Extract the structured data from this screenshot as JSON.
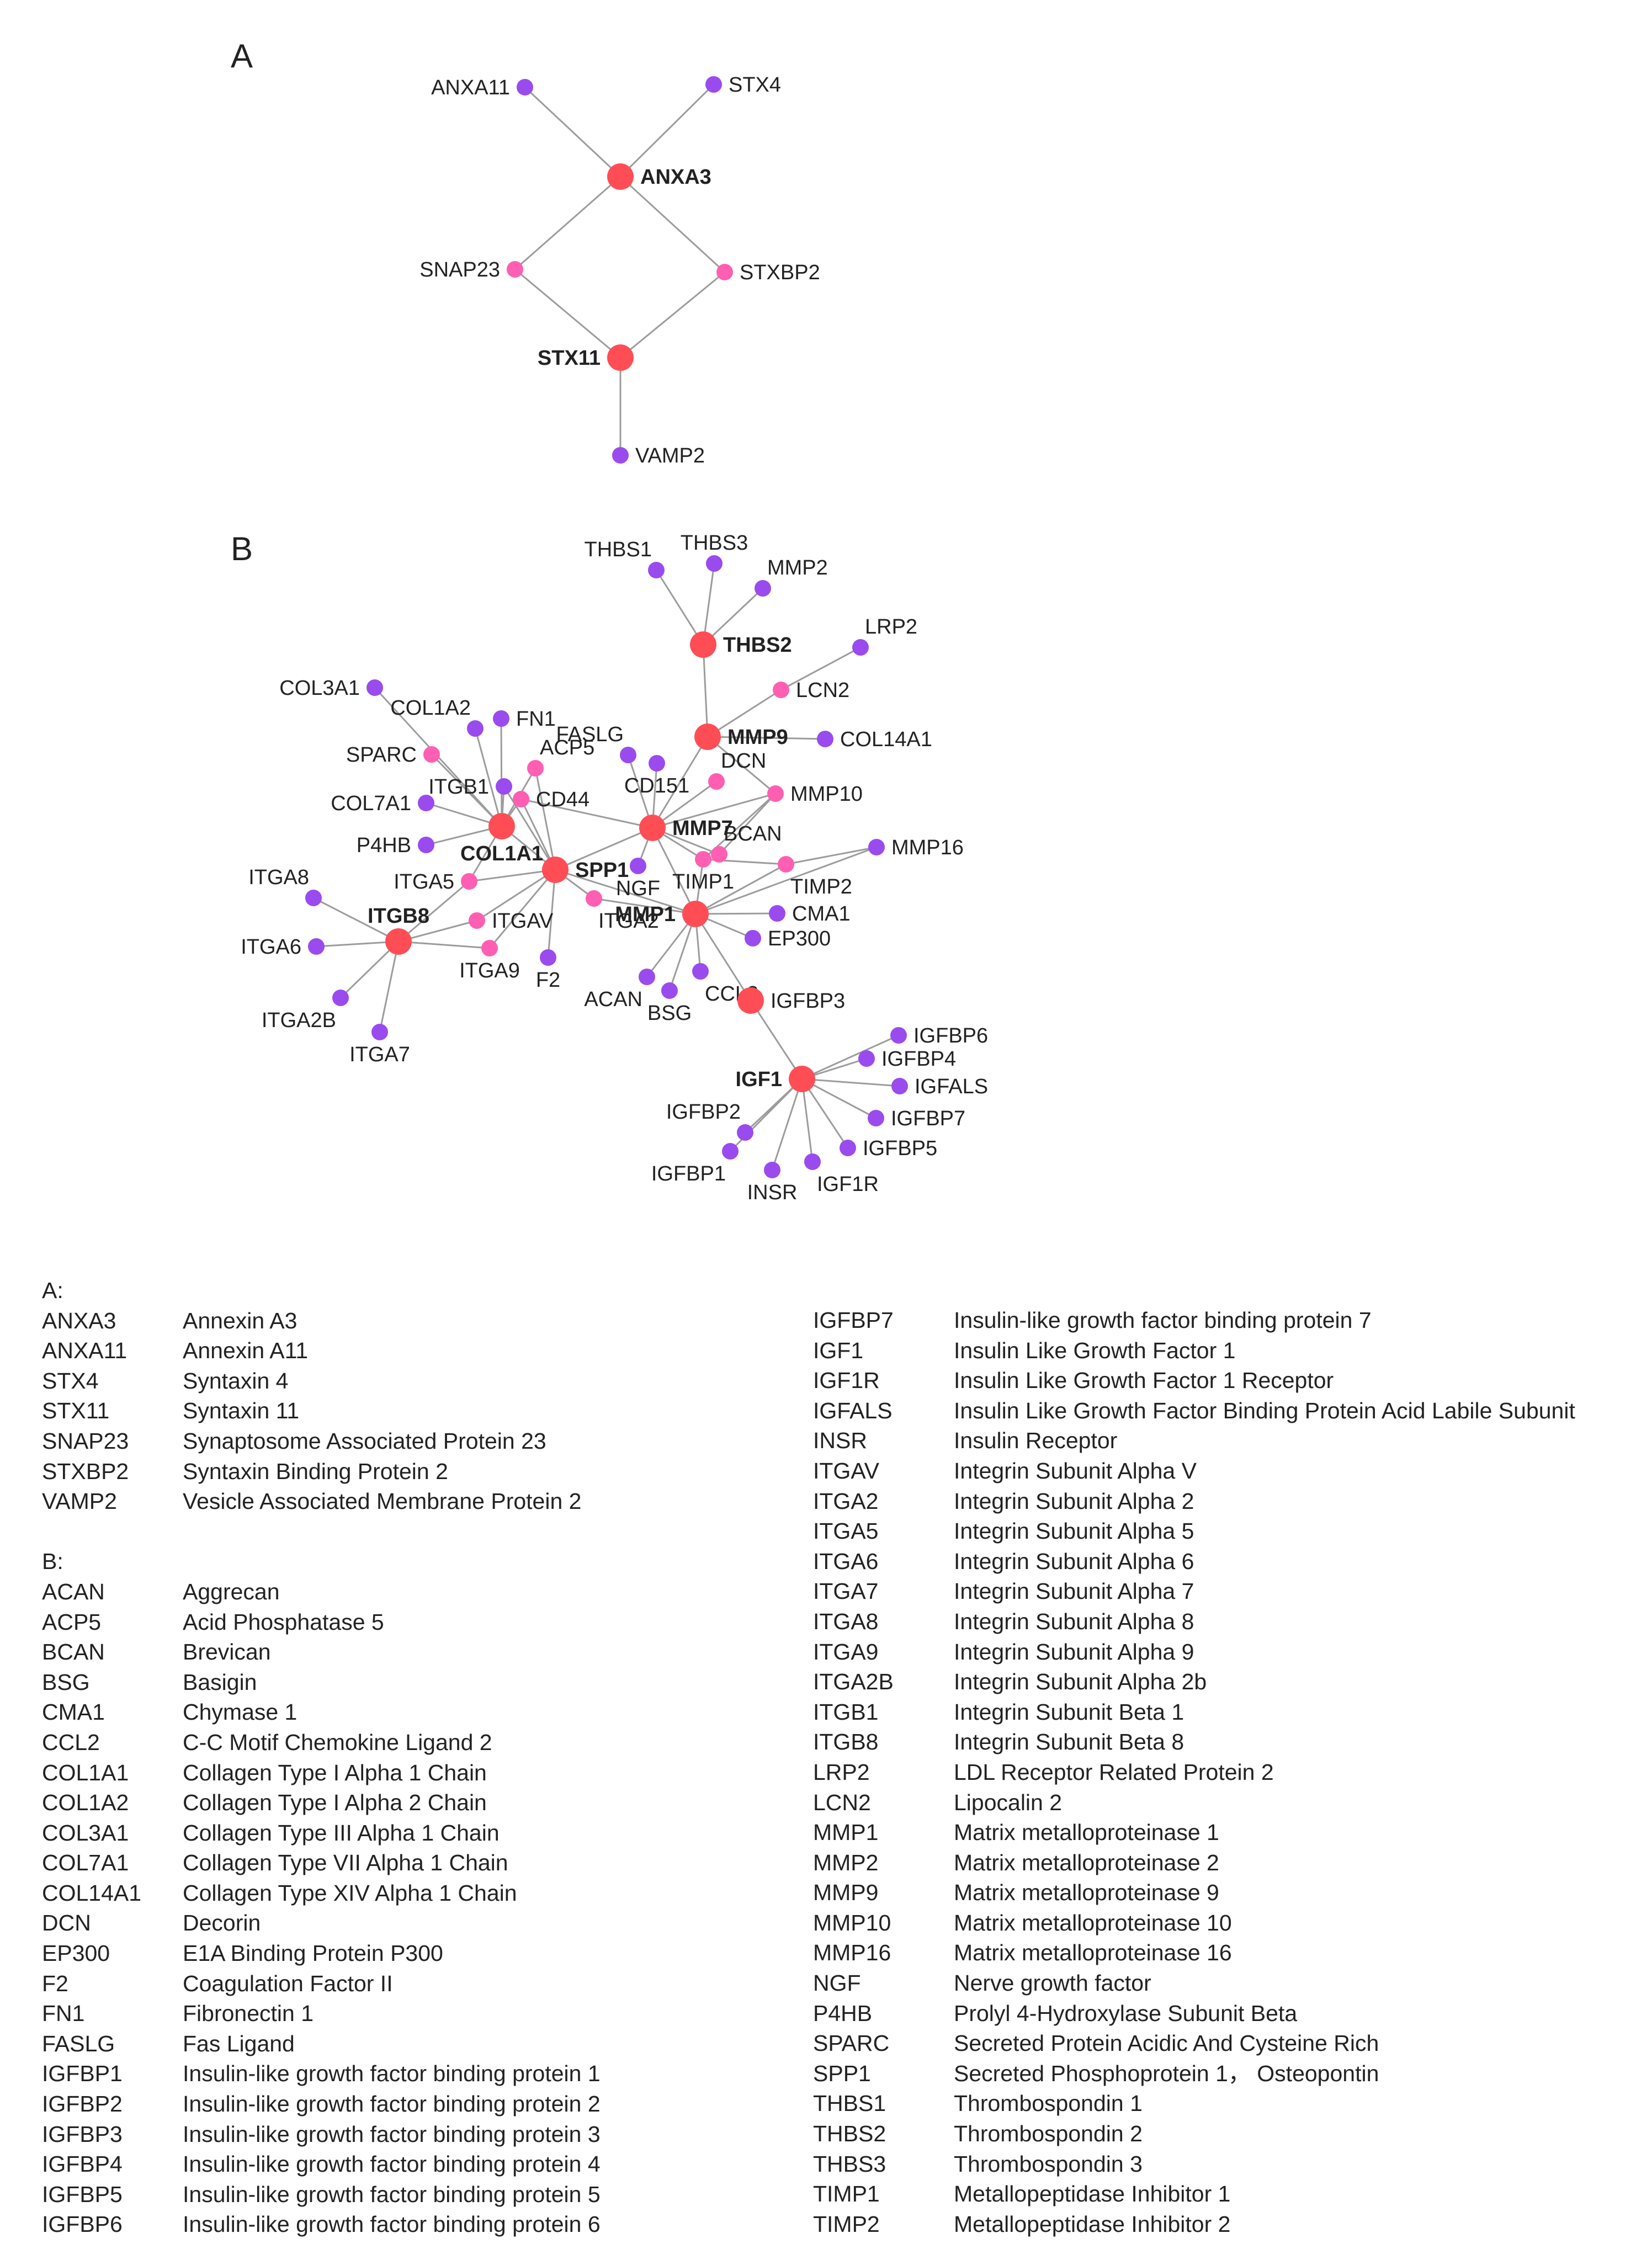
{
  "panels": {
    "a": "A",
    "b": "B"
  },
  "colors": {
    "hub": "#ff4d55",
    "intermediate": "#ff5fb2",
    "leaf": "#9a4bee",
    "edge": "#9c9c9c"
  },
  "network": {
    "nodes": [
      {
        "id": "ANXA11",
        "label": "ANXA11",
        "type": "leaf"
      },
      {
        "id": "STX4",
        "label": "STX4",
        "type": "leaf"
      },
      {
        "id": "ANXA3",
        "label": "ANXA3",
        "type": "hub"
      },
      {
        "id": "SNAP23",
        "label": "SNAP23",
        "type": "intermediate"
      },
      {
        "id": "STXBP2",
        "label": "STXBP2",
        "type": "intermediate"
      },
      {
        "id": "STX11",
        "label": "STX11",
        "type": "hub"
      },
      {
        "id": "VAMP2",
        "label": "VAMP2",
        "type": "leaf"
      },
      {
        "id": "THBS1",
        "label": "THBS1",
        "type": "leaf"
      },
      {
        "id": "THBS3",
        "label": "THBS3",
        "type": "leaf"
      },
      {
        "id": "MMP2",
        "label": "MMP2",
        "type": "leaf"
      },
      {
        "id": "THBS2",
        "label": "THBS2",
        "type": "hub"
      },
      {
        "id": "LRP2",
        "label": "LRP2",
        "type": "leaf"
      },
      {
        "id": "LCN2",
        "label": "LCN2",
        "type": "intermediate"
      },
      {
        "id": "COL3A1",
        "label": "COL3A1",
        "type": "leaf"
      },
      {
        "id": "COL1A2",
        "label": "COL1A2",
        "type": "leaf"
      },
      {
        "id": "FN1",
        "label": "FN1",
        "type": "leaf"
      },
      {
        "id": "SPARC",
        "label": "SPARC",
        "type": "intermediate"
      },
      {
        "id": "ACP5",
        "label": "ACP5",
        "type": "intermediate"
      },
      {
        "id": "FASLG",
        "label": "FASLG",
        "type": "leaf"
      },
      {
        "id": "CD151",
        "label": "CD151",
        "type": "leaf"
      },
      {
        "id": "MMP9",
        "label": "MMP9",
        "type": "hub"
      },
      {
        "id": "COL14A1",
        "label": "COL14A1",
        "type": "leaf"
      },
      {
        "id": "DCN",
        "label": "DCN",
        "type": "intermediate"
      },
      {
        "id": "MMP10",
        "label": "MMP10",
        "type": "intermediate"
      },
      {
        "id": "ITGB1",
        "label": "ITGB1",
        "type": "leaf"
      },
      {
        "id": "CD44",
        "label": "CD44",
        "type": "intermediate"
      },
      {
        "id": "COL7A1",
        "label": "COL7A1",
        "type": "leaf"
      },
      {
        "id": "MMP7",
        "label": "MMP7",
        "type": "hub"
      },
      {
        "id": "COL1A1",
        "label": "COL1A1",
        "type": "hub"
      },
      {
        "id": "BCAN",
        "label": "BCAN",
        "type": "intermediate"
      },
      {
        "id": "MMP16",
        "label": "MMP16",
        "type": "leaf"
      },
      {
        "id": "P4HB",
        "label": "P4HB",
        "type": "leaf"
      },
      {
        "id": "SPP1",
        "label": "SPP1",
        "type": "hub"
      },
      {
        "id": "TIMP1",
        "label": "TIMP1",
        "type": "intermediate"
      },
      {
        "id": "TIMP2",
        "label": "TIMP2",
        "type": "intermediate"
      },
      {
        "id": "ITGA8",
        "label": "ITGA8",
        "type": "leaf"
      },
      {
        "id": "ITGA5",
        "label": "ITGA5",
        "type": "intermediate"
      },
      {
        "id": "NGF",
        "label": "NGF",
        "type": "leaf"
      },
      {
        "id": "MMP1",
        "label": "MMP1",
        "type": "hub"
      },
      {
        "id": "CMA1",
        "label": "CMA1",
        "type": "leaf"
      },
      {
        "id": "ITGB8",
        "label": "ITGB8",
        "type": "hub"
      },
      {
        "id": "ITGAV",
        "label": "ITGAV",
        "type": "intermediate"
      },
      {
        "id": "ITGA6",
        "label": "ITGA6",
        "type": "leaf"
      },
      {
        "id": "ITGA2",
        "label": "ITGA2",
        "type": "intermediate"
      },
      {
        "id": "EP300",
        "label": "EP300",
        "type": "leaf"
      },
      {
        "id": "ITGA9",
        "label": "ITGA9",
        "type": "intermediate"
      },
      {
        "id": "F2",
        "label": "F2",
        "type": "leaf"
      },
      {
        "id": "CCL2",
        "label": "CCL2",
        "type": "leaf"
      },
      {
        "id": "ACAN",
        "label": "ACAN",
        "type": "leaf"
      },
      {
        "id": "IGFBP3",
        "label": "IGFBP3",
        "type": "hub"
      },
      {
        "id": "ITGA2B",
        "label": "ITGA2B",
        "type": "leaf"
      },
      {
        "id": "BSG",
        "label": "BSG",
        "type": "leaf"
      },
      {
        "id": "ITGA7",
        "label": "ITGA7",
        "type": "leaf"
      },
      {
        "id": "IGFBP6",
        "label": "IGFBP6",
        "type": "leaf"
      },
      {
        "id": "IGFBP4",
        "label": "IGFBP4",
        "type": "leaf"
      },
      {
        "id": "IGF1",
        "label": "IGF1",
        "type": "hub"
      },
      {
        "id": "IGFALS",
        "label": "IGFALS",
        "type": "leaf"
      },
      {
        "id": "IGFBP2",
        "label": "IGFBP2",
        "type": "leaf"
      },
      {
        "id": "IGFBP7",
        "label": "IGFBP7",
        "type": "leaf"
      },
      {
        "id": "IGFBP5",
        "label": "IGFBP5",
        "type": "leaf"
      },
      {
        "id": "IGFBP1",
        "label": "IGFBP1",
        "type": "leaf"
      },
      {
        "id": "IGF1R",
        "label": "IGF1R",
        "type": "leaf"
      },
      {
        "id": "INSR",
        "label": "INSR",
        "type": "leaf"
      }
    ],
    "edges": [
      [
        "ANXA3",
        "ANXA11"
      ],
      [
        "ANXA3",
        "STX4"
      ],
      [
        "ANXA3",
        "SNAP23"
      ],
      [
        "ANXA3",
        "STXBP2"
      ],
      [
        "SNAP23",
        "STX11"
      ],
      [
        "STXBP2",
        "STX11"
      ],
      [
        "STX11",
        "VAMP2"
      ],
      [
        "THBS2",
        "THBS1"
      ],
      [
        "THBS2",
        "THBS3"
      ],
      [
        "THBS2",
        "MMP2"
      ],
      [
        "THBS2",
        "MMP9"
      ],
      [
        "MMP9",
        "LCN2"
      ],
      [
        "LCN2",
        "LRP2"
      ],
      [
        "MMP9",
        "COL14A1"
      ],
      [
        "MMP9",
        "MMP7"
      ],
      [
        "MMP9",
        "MMP10"
      ],
      [
        "COL1A1",
        "COL3A1"
      ],
      [
        "COL1A1",
        "COL1A2"
      ],
      [
        "COL1A1",
        "FN1"
      ],
      [
        "COL1A1",
        "SPARC"
      ],
      [
        "COL1A1",
        "ACP5"
      ],
      [
        "COL1A1",
        "ITGB1"
      ],
      [
        "COL1A1",
        "COL7A1"
      ],
      [
        "COL1A1",
        "P4HB"
      ],
      [
        "COL1A1",
        "ITGA5"
      ],
      [
        "COL1A1",
        "CD44"
      ],
      [
        "COL1A1",
        "SPP1"
      ],
      [
        "SPP1",
        "CD44"
      ],
      [
        "SPP1",
        "ITGB1"
      ],
      [
        "SPP1",
        "ACP5"
      ],
      [
        "SPP1",
        "MMP7"
      ],
      [
        "SPP1",
        "ITGAV"
      ],
      [
        "SPP1",
        "ITGA9"
      ],
      [
        "SPP1",
        "F2"
      ],
      [
        "SPP1",
        "ITGA2"
      ],
      [
        "SPP1",
        "ITGA5"
      ],
      [
        "SPP1",
        "MMP1"
      ],
      [
        "CD44",
        "MMP7"
      ],
      [
        "MMP7",
        "FASLG"
      ],
      [
        "MMP7",
        "CD151"
      ],
      [
        "MMP7",
        "DCN"
      ],
      [
        "MMP7",
        "MMP10"
      ],
      [
        "MMP7",
        "BCAN"
      ],
      [
        "MMP7",
        "TIMP1"
      ],
      [
        "MMP7",
        "NGF"
      ],
      [
        "MMP7",
        "MMP1"
      ],
      [
        "MMP10",
        "TIMP1"
      ],
      [
        "MMP10",
        "BCAN"
      ],
      [
        "MMP1",
        "TIMP1"
      ],
      [
        "MMP1",
        "TIMP2"
      ],
      [
        "MMP1",
        "MMP16"
      ],
      [
        "MMP1",
        "CMA1"
      ],
      [
        "MMP1",
        "EP300"
      ],
      [
        "MMP1",
        "CCL2"
      ],
      [
        "MMP1",
        "BSG"
      ],
      [
        "MMP1",
        "ACAN"
      ],
      [
        "MMP1",
        "IGFBP3"
      ],
      [
        "MMP1",
        "ITGA2"
      ],
      [
        "TIMP2",
        "MMP16"
      ],
      [
        "TIMP1",
        "TIMP2"
      ],
      [
        "ITGB8",
        "ITGA8"
      ],
      [
        "ITGB8",
        "ITGA6"
      ],
      [
        "ITGB8",
        "ITGA2B"
      ],
      [
        "ITGB8",
        "ITGA7"
      ],
      [
        "ITGB8",
        "ITGA5"
      ],
      [
        "ITGB8",
        "ITGAV"
      ],
      [
        "ITGB8",
        "ITGA9"
      ],
      [
        "IGFBP3",
        "IGF1"
      ],
      [
        "IGF1",
        "IGFBP6"
      ],
      [
        "IGF1",
        "IGFBP4"
      ],
      [
        "IGF1",
        "IGFALS"
      ],
      [
        "IGF1",
        "IGFBP7"
      ],
      [
        "IGF1",
        "IGFBP5"
      ],
      [
        "IGF1",
        "IGF1R"
      ],
      [
        "IGF1",
        "INSR"
      ],
      [
        "IGF1",
        "IGFBP1"
      ],
      [
        "IGF1",
        "IGFBP2"
      ]
    ]
  },
  "legend": {
    "a_header": "A:",
    "b_header": "B:",
    "a": [
      {
        "symbol": "ANXA3",
        "name": "Annexin A3"
      },
      {
        "symbol": "ANXA11",
        "name": "Annexin A11"
      },
      {
        "symbol": "STX4",
        "name": "Syntaxin 4"
      },
      {
        "symbol": "STX11",
        "name": "Syntaxin 11"
      },
      {
        "symbol": "SNAP23",
        "name": "Synaptosome Associated Protein 23"
      },
      {
        "symbol": "STXBP2",
        "name": "Syntaxin Binding Protein 2"
      },
      {
        "symbol": "VAMP2",
        "name": "Vesicle Associated Membrane Protein 2"
      }
    ],
    "b_left": [
      {
        "symbol": "ACAN",
        "name": "Aggrecan"
      },
      {
        "symbol": "ACP5",
        "name": "Acid Phosphatase 5"
      },
      {
        "symbol": "BCAN",
        "name": "Brevican"
      },
      {
        "symbol": "BSG",
        "name": "Basigin"
      },
      {
        "symbol": "CMA1",
        "name": "Chymase 1"
      },
      {
        "symbol": "CCL2",
        "name": "C-C Motif Chemokine Ligand 2"
      },
      {
        "symbol": "COL1A1",
        "name": "Collagen Type I Alpha 1 Chain"
      },
      {
        "symbol": "COL1A2",
        "name": "Collagen Type I Alpha 2 Chain"
      },
      {
        "symbol": "COL3A1",
        "name": "Collagen Type III Alpha 1 Chain"
      },
      {
        "symbol": "COL7A1",
        "name": "Collagen Type VII Alpha 1 Chain"
      },
      {
        "symbol": "COL14A1",
        "name": "Collagen Type XIV Alpha 1 Chain"
      },
      {
        "symbol": "DCN",
        "name": "Decorin"
      },
      {
        "symbol": "EP300",
        "name": "E1A Binding Protein P300"
      },
      {
        "symbol": "F2",
        "name": "Coagulation Factor II"
      },
      {
        "symbol": "FN1",
        "name": "Fibronectin 1"
      },
      {
        "symbol": "FASLG",
        "name": "Fas Ligand"
      },
      {
        "symbol": "IGFBP1",
        "name": "Insulin-like growth factor binding protein 1"
      },
      {
        "symbol": "IGFBP2",
        "name": "Insulin-like growth factor binding protein 2"
      },
      {
        "symbol": "IGFBP3",
        "name": "Insulin-like growth factor binding protein 3"
      },
      {
        "symbol": "IGFBP4",
        "name": "Insulin-like growth factor binding protein 4"
      },
      {
        "symbol": "IGFBP5",
        "name": "Insulin-like growth factor binding protein 5"
      },
      {
        "symbol": "IGFBP6",
        "name": "Insulin-like growth factor binding protein 6"
      }
    ],
    "b_right": [
      {
        "symbol": "IGFBP7",
        "name": "Insulin-like growth factor binding protein 7"
      },
      {
        "symbol": "IGF1",
        "name": "Insulin Like Growth Factor 1"
      },
      {
        "symbol": "IGF1R",
        "name": "Insulin Like Growth Factor 1 Receptor"
      },
      {
        "symbol": "IGFALS",
        "name": "Insulin Like Growth Factor Binding Protein Acid Labile Subunit"
      },
      {
        "symbol": "INSR",
        "name": "Insulin Receptor"
      },
      {
        "symbol": "ITGAV",
        "name": "Integrin Subunit Alpha V"
      },
      {
        "symbol": "ITGA2",
        "name": "Integrin Subunit Alpha 2"
      },
      {
        "symbol": "ITGA5",
        "name": "Integrin Subunit Alpha 5"
      },
      {
        "symbol": "ITGA6",
        "name": "Integrin Subunit Alpha 6"
      },
      {
        "symbol": "ITGA7",
        "name": "Integrin Subunit Alpha 7"
      },
      {
        "symbol": "ITGA8",
        "name": "Integrin Subunit Alpha 8"
      },
      {
        "symbol": "ITGA9",
        "name": "Integrin Subunit Alpha 9"
      },
      {
        "symbol": "ITGA2B",
        "name": "Integrin Subunit Alpha 2b"
      },
      {
        "symbol": "ITGB1",
        "name": "Integrin Subunit Beta 1"
      },
      {
        "symbol": "ITGB8",
        "name": "Integrin Subunit Beta 8"
      },
      {
        "symbol": "LRP2",
        "name": "LDL Receptor Related Protein 2"
      },
      {
        "symbol": "LCN2",
        "name": "Lipocalin 2"
      },
      {
        "symbol": "MMP1",
        "name": "Matrix metalloproteinase 1"
      },
      {
        "symbol": "MMP2",
        "name": "Matrix metalloproteinase 2"
      },
      {
        "symbol": "MMP9",
        "name": "Matrix metalloproteinase 9"
      },
      {
        "symbol": "MMP10",
        "name": "Matrix metalloproteinase 10"
      },
      {
        "symbol": "MMP16",
        "name": "Matrix metalloproteinase 16"
      },
      {
        "symbol": "NGF",
        "name": "Nerve growth factor"
      },
      {
        "symbol": "P4HB",
        "name": "Prolyl 4-Hydroxylase Subunit Beta"
      },
      {
        "symbol": "SPARC",
        "name": "Secreted Protein Acidic And Cysteine Rich"
      },
      {
        "symbol": "SPP1",
        "name": "Secreted Phosphoprotein 1， Osteopontin"
      },
      {
        "symbol": "THBS1",
        "name": "Thrombospondin 1"
      },
      {
        "symbol": "THBS2",
        "name": "Thrombospondin 2"
      },
      {
        "symbol": "THBS3",
        "name": "Thrombospondin 3"
      },
      {
        "symbol": "TIMP1",
        "name": "Metallopeptidase Inhibitor 1"
      },
      {
        "symbol": "TIMP2",
        "name": "Metallopeptidase Inhibitor 2"
      }
    ]
  }
}
